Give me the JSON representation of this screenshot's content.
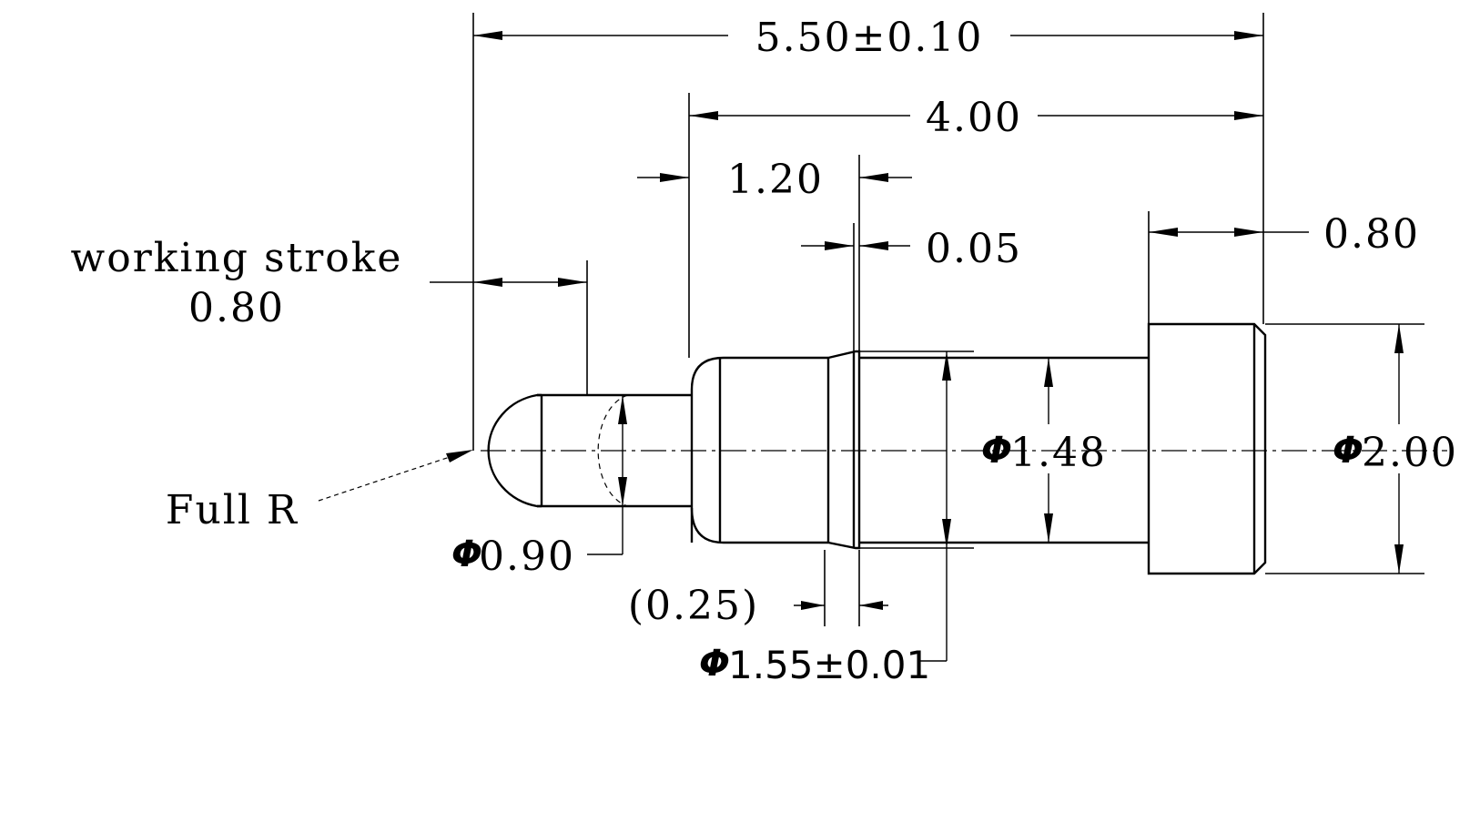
{
  "dimensions": {
    "overall_length": "5.50±0.10",
    "body_length": "4.00",
    "collar_offset": "1.20",
    "groove_width": "0.05",
    "head_length": "0.80",
    "working_stroke_label": "working stroke",
    "working_stroke_value": "0.80",
    "tip_radius": "Full R",
    "tip_diameter_symbol": "Φ",
    "tip_diameter": "0.90",
    "taper_length": "(0.25)",
    "collar_diameter_symbol": "Φ",
    "collar_diameter": "1.55±0.01",
    "barrel_diameter_symbol": "Φ",
    "barrel_diameter": "1.48",
    "head_diameter_symbol": "Φ",
    "head_diameter": "2.00"
  }
}
